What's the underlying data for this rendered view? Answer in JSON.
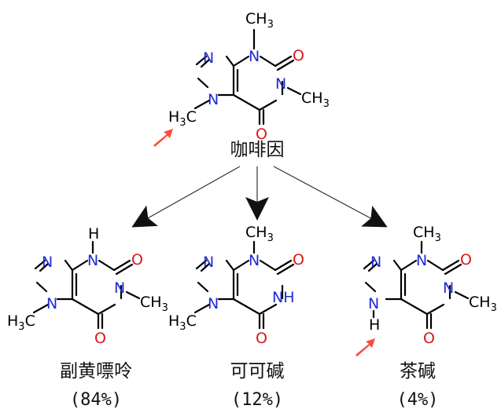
{
  "title": "",
  "parent": {
    "name": "咖啡因"
  },
  "products": [
    {
      "name": "副黄嘌呤",
      "percent": "(84%)"
    },
    {
      "name": "可可碱",
      "percent": "(12%)"
    },
    {
      "name": "茶碱",
      "percent": "(4%)"
    }
  ],
  "atoms": {
    "N": "N",
    "O": "O",
    "H": "H",
    "C": "C",
    "NH": "NH",
    "CH": "CH",
    "three": "3"
  },
  "colors": {
    "nitrogen": "#1f2bd6",
    "oxygen": "#d81818",
    "highlight_arrow": "#ff4a3a",
    "bond": "#000000"
  }
}
